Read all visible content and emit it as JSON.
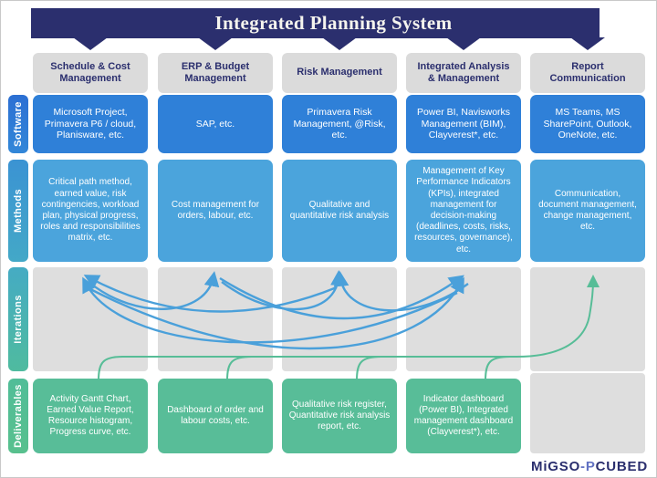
{
  "banner": {
    "title": "Integrated Planning System"
  },
  "row_labels": {
    "software": "Software",
    "methods": "Methods",
    "iterations": "Iterations",
    "deliverables": "Deliverables"
  },
  "columns": [
    {
      "header": "Schedule & Cost Management",
      "software": "Microsoft Project, Primavera P6 / cloud, Planisware, etc.",
      "methods": "Critical path method, earned value, risk contingencies, workload plan, physical progress, roles and responsibilities matrix, etc.",
      "deliverables": "Activity Gantt Chart, Earned Value Report, Resource histogram, Progress curve, etc."
    },
    {
      "header": "ERP & Budget Management",
      "software": "SAP, etc.",
      "methods": "Cost management for orders, labour, etc.",
      "deliverables": "Dashboard of order and labour costs, etc."
    },
    {
      "header": "Risk Management",
      "software": "Primavera Risk Management, @Risk, etc.",
      "methods": "Qualitative and quantitative risk analysis",
      "deliverables": "Qualitative risk register, Quantitative risk analysis report, etc."
    },
    {
      "header": "Integrated Analysis & Management",
      "software": "Power BI, Navisworks Management (BIM), Clayverest*, etc.",
      "methods": "Management of Key Performance Indicators (KPIs), integrated management for decision-making (deadlines, costs, risks, resources, governance), etc.",
      "deliverables": "Indicator dashboard (Power BI), Integrated management dashboard (Clayverest*), etc."
    },
    {
      "header": "Report Communication",
      "software": "MS Teams, MS SharePoint, Outlook, OneNote, etc.",
      "methods": "Communication, document management, change management, etc.",
      "deliverables": ""
    }
  ],
  "logo": {
    "migso": "MiGSO",
    "dash_p": "-P",
    "cubed": "CUBED"
  },
  "colors": {
    "banner_navy": "#2b2f6e",
    "software_blue": "#2f80d8",
    "methods_blue": "#4ba4dc",
    "deliverables_green": "#58bd98",
    "empty_gray": "#dedede",
    "header_gray": "#dbdbdb",
    "iteration_arrow_blue": "#4aa0da",
    "feedback_arrow_green": "#57bd97",
    "logo_accent_blue": "#6272c3"
  }
}
